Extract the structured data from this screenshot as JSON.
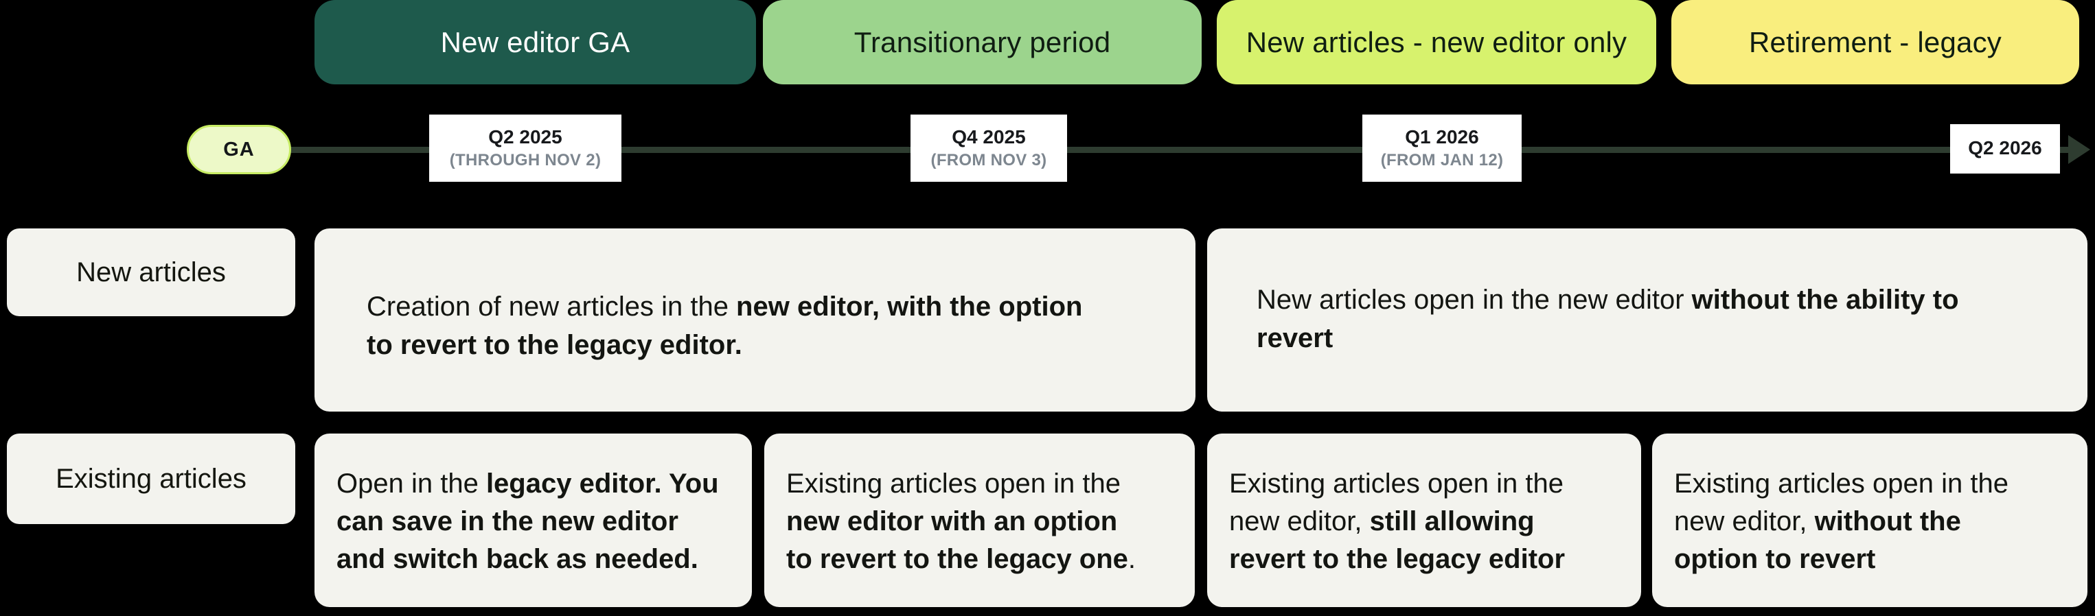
{
  "phases": [
    {
      "label": "New editor GA",
      "bg": "#1E5A4C",
      "text_color": "#FFFFFF"
    },
    {
      "label": "Transitionary period",
      "bg": "#9CD48D",
      "text_color": "#0F1D12"
    },
    {
      "label": "New articles - new editor only",
      "bg": "#D7F26D",
      "text_color": "#0F1D12"
    },
    {
      "label": "Retirement - legacy",
      "bg": "#F9EE7E",
      "text_color": "#0F1D12"
    }
  ],
  "timeline": {
    "start_badge": "GA",
    "milestones": [
      {
        "quarter": "Q2 2025",
        "detail": "(THROUGH NOV 2)"
      },
      {
        "quarter": "Q4 2025",
        "detail": "(FROM NOV 3)"
      },
      {
        "quarter": "Q1 2026",
        "detail": "(FROM JAN 12)"
      },
      {
        "quarter": "Q2 2026",
        "detail": ""
      }
    ]
  },
  "rows": [
    {
      "label": "New articles",
      "cells": [
        {
          "regular": "Creation of new articles in the ",
          "bold": "new editor, with the option\nto revert to the legacy editor.",
          "suffix": ""
        },
        {
          "regular": "New articles open in the new editor ",
          "bold": "without the ability to\nrevert",
          "suffix": ""
        }
      ]
    },
    {
      "label": "Existing articles",
      "cells": [
        {
          "regular": "Open in the ",
          "bold": "legacy editor. You\ncan save in the new editor\nand switch back as needed.",
          "suffix": ""
        },
        {
          "regular": "Existing articles open in the\n",
          "bold": "new editor with an option\nto revert to the legacy one",
          "suffix": "."
        },
        {
          "regular": "Existing articles open in the\nnew editor, ",
          "bold": "still allowing\nrevert to the legacy editor",
          "suffix": ""
        },
        {
          "regular": "Existing articles open in the\nnew editor, ",
          "bold": "without the\noption to revert",
          "suffix": ""
        }
      ]
    }
  ],
  "colors": {
    "background": "#000000",
    "phase_teal": "#1E5A4C",
    "phase_green": "#9CD48D",
    "phase_lime": "#D7F26D",
    "phase_yellow": "#F9EE7E",
    "timeline_line": "#2E3C30",
    "ga_badge_fill": "#EDF9C8",
    "ga_badge_border": "#C7EC63",
    "milestone_bg": "#FFFFFF",
    "milestone_detail_text": "#7D868F",
    "card_bg": "#F3F3EE",
    "body_text": "#131511"
  }
}
